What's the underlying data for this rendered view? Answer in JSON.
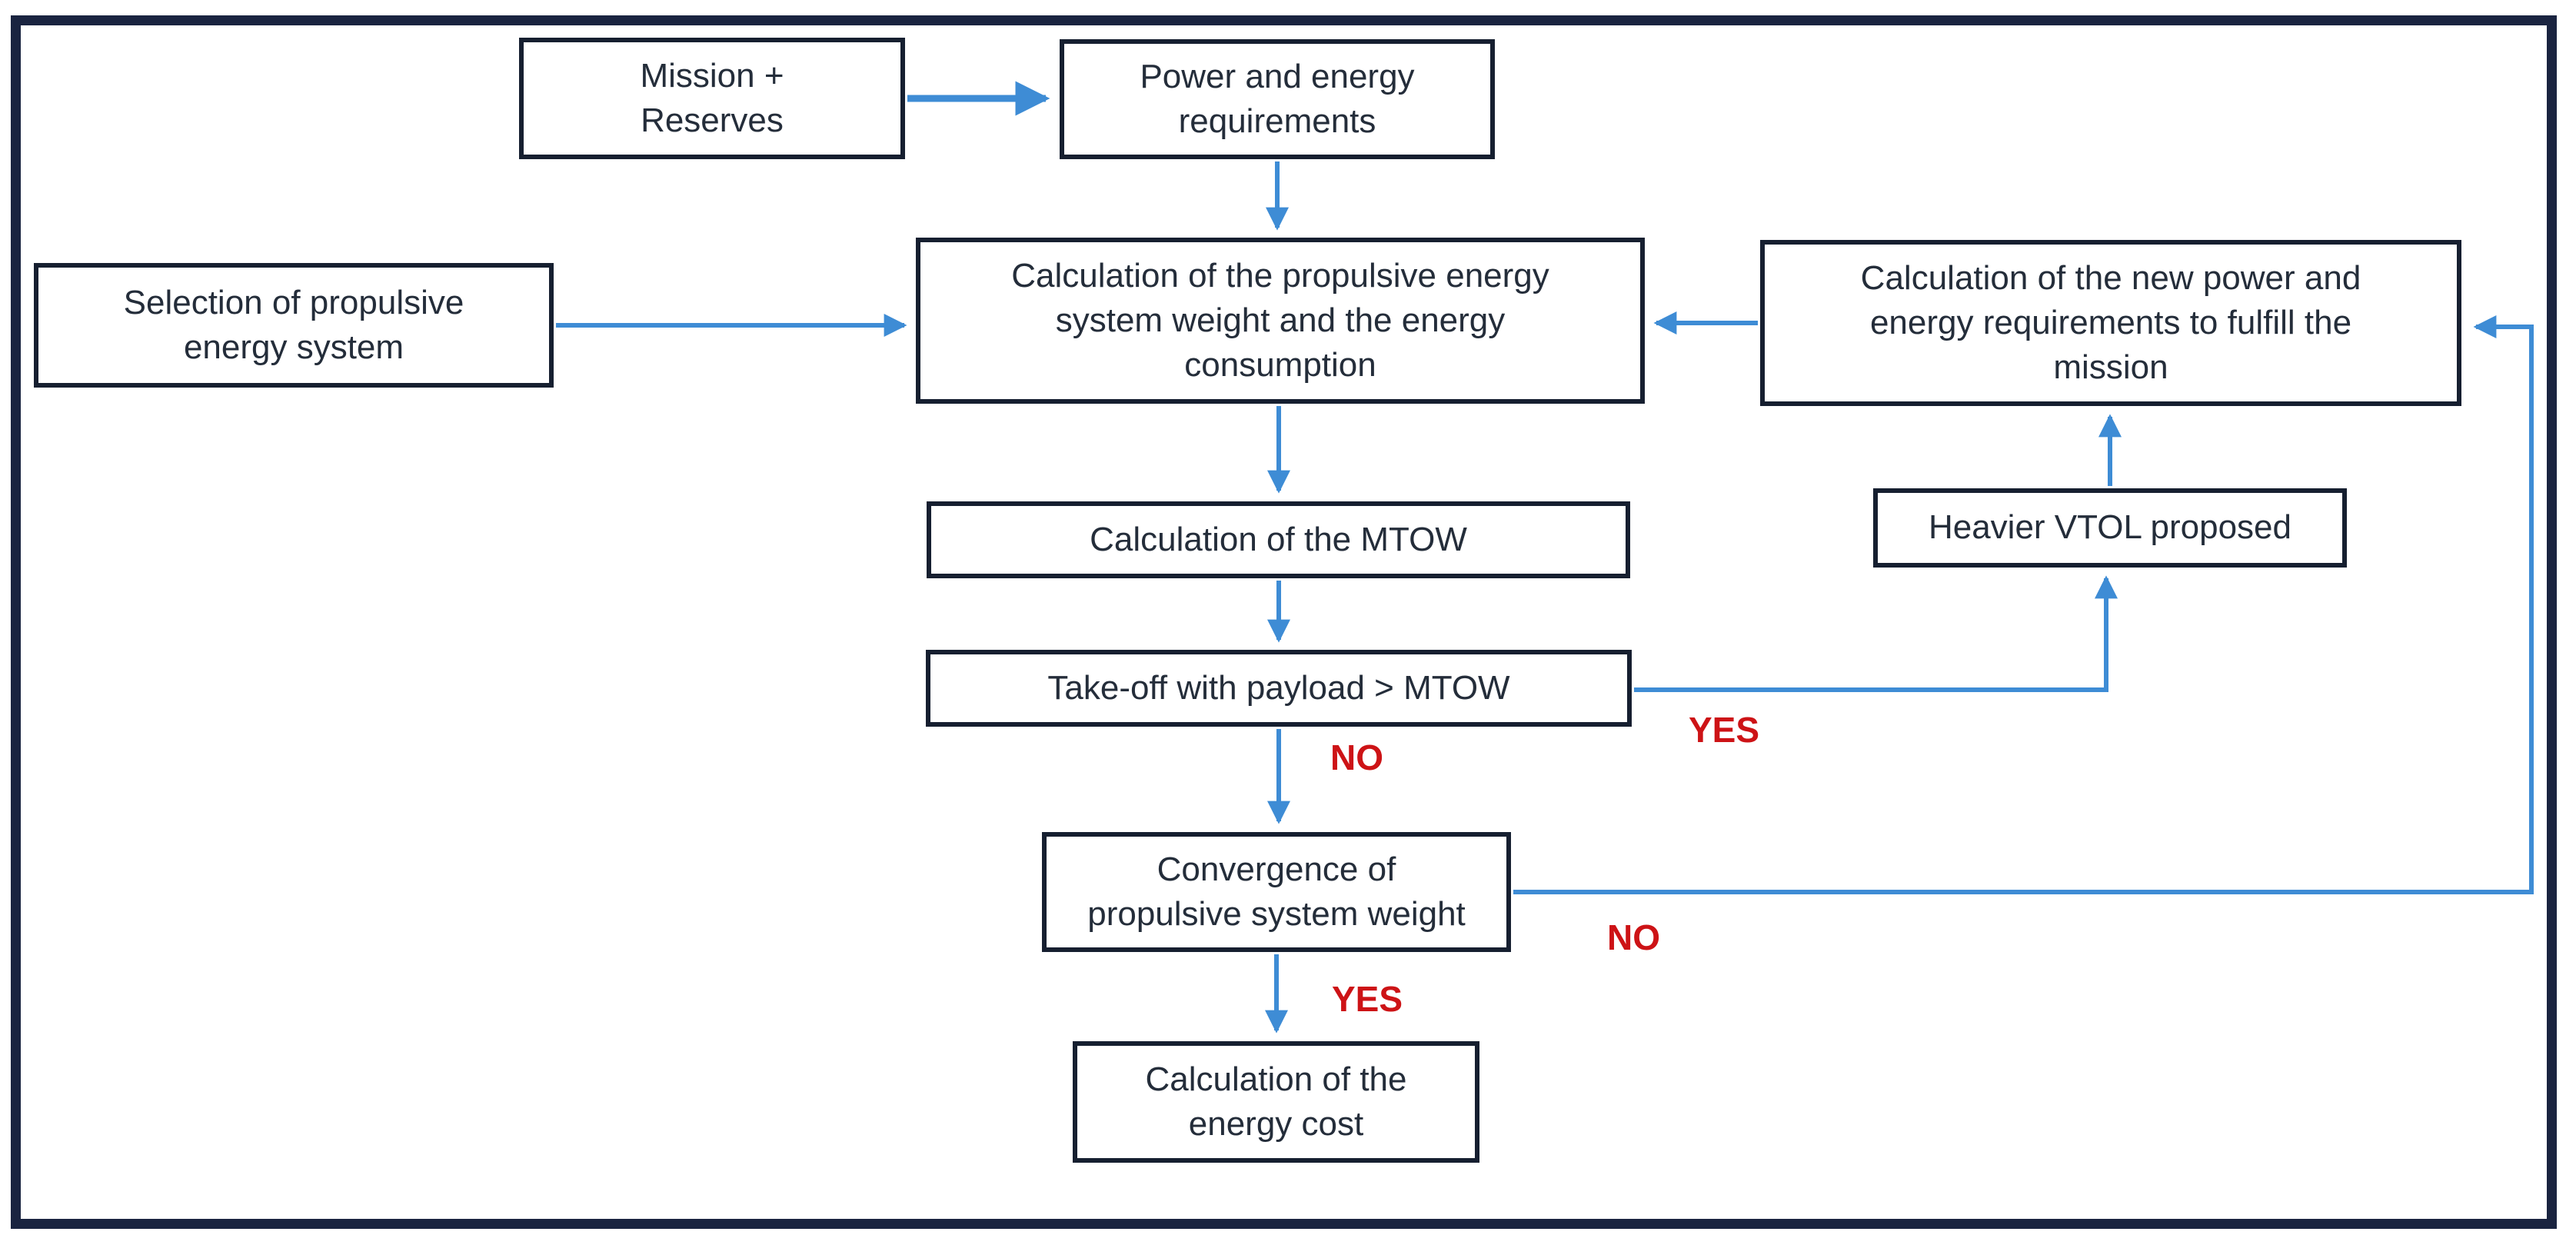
{
  "diagram": {
    "type": "flowchart",
    "nodes": {
      "mission": {
        "label": "Mission +\nReserves"
      },
      "power": {
        "label": "Power and energy\nrequirements"
      },
      "selection": {
        "label": "Selection of propulsive\nenergy system"
      },
      "calcprop": {
        "label": "Calculation of the propulsive energy\nsystem weight and the energy\nconsumption"
      },
      "calcnew": {
        "label": "Calculation of the new power and\nenergy requirements to fulfill the\nmission"
      },
      "heavier": {
        "label": "Heavier VTOL proposed"
      },
      "mtow": {
        "label": "Calculation of the MTOW"
      },
      "takeoff": {
        "label": "Take-off with payload > MTOW"
      },
      "convergence": {
        "label": "Convergence of\npropulsive system weight"
      },
      "energycost": {
        "label": "Calculation of the\nenergy cost"
      }
    },
    "edge_labels": {
      "takeoff_yes": "YES",
      "takeoff_no": "NO",
      "convergence_no": "NO",
      "convergence_yes": "YES"
    },
    "colors": {
      "frame_navy": "#1A2440",
      "box_border": "#161F30",
      "text_dark": "#242D3A",
      "arrow_blue": "#3E8CD5",
      "label_red": "#CD1316",
      "background": "#FFFFFF"
    }
  }
}
